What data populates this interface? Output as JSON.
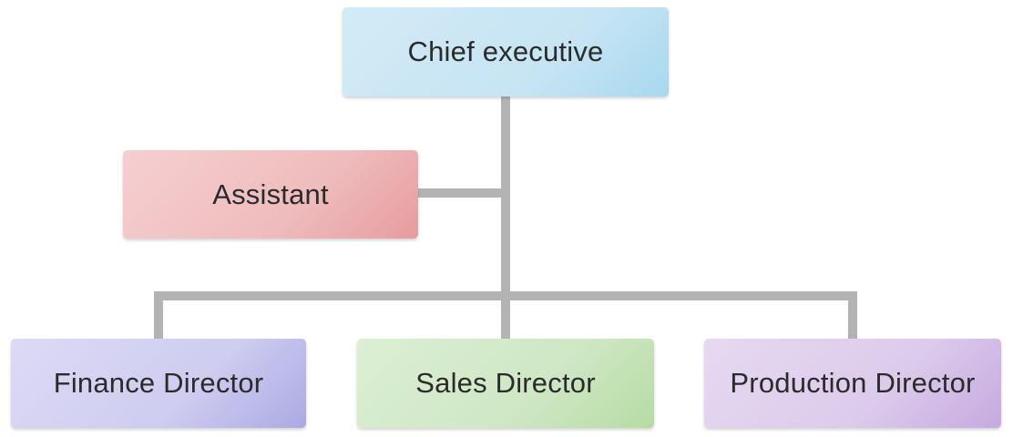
{
  "org_chart": {
    "root": {
      "label": "Chief executive",
      "color": "#c6e4f3"
    },
    "assistant": {
      "label": "Assistant",
      "color": "#efbcbd"
    },
    "reports": [
      {
        "label": "Finance Director",
        "color": "#cfcdf0"
      },
      {
        "label": "Sales Director",
        "color": "#cfe7c5"
      },
      {
        "label": "Production Director",
        "color": "#dccbeb"
      }
    ],
    "connector_color": "#b3b3b3"
  }
}
